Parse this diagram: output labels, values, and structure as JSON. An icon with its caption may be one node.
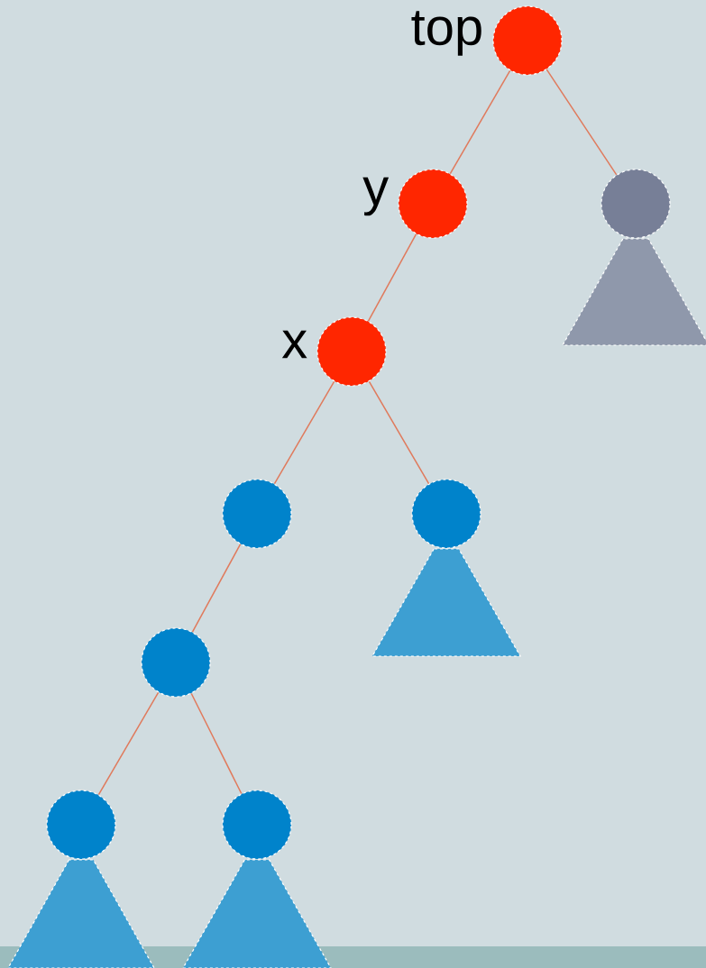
{
  "diagram": {
    "nodes": [
      {
        "text": [],
        "shape": "circle",
        "beside": [
          "top"
        ]
      },
      {
        "text": [],
        "shape": "circle",
        "beside": [
          "y"
        ]
      },
      {
        "text": [],
        "shape": "circle"
      },
      {
        "text": [],
        "shape": "circle",
        "beside": [
          "x"
        ]
      },
      {
        "text": [],
        "shape": "circle"
      },
      {
        "text": [],
        "shape": "circle"
      },
      {
        "text": [],
        "shape": "circle"
      },
      {
        "text": [],
        "shape": "circle"
      },
      {
        "text": [],
        "shape": "circle"
      },
      {
        "text": [],
        "shape": "triangle"
      },
      {
        "text": [],
        "shape": "triangle"
      },
      {
        "text": [],
        "shape": "triangle"
      },
      {
        "text": [],
        "shape": "triangle"
      }
    ],
    "edges": [
      {
        "from": 0,
        "to": 1,
        "arrow": "none"
      },
      {
        "from": 0,
        "to": 2,
        "arrow": "none"
      },
      {
        "from": 1,
        "to": 3,
        "arrow": "none"
      },
      {
        "from": 3,
        "to": 4,
        "arrow": "none"
      },
      {
        "from": 3,
        "to": 5,
        "arrow": "none"
      },
      {
        "from": 4,
        "to": 6,
        "arrow": "none"
      },
      {
        "from": 6,
        "to": 7,
        "arrow": "none"
      },
      {
        "from": 6,
        "to": 8,
        "arrow": "none"
      }
    ]
  }
}
